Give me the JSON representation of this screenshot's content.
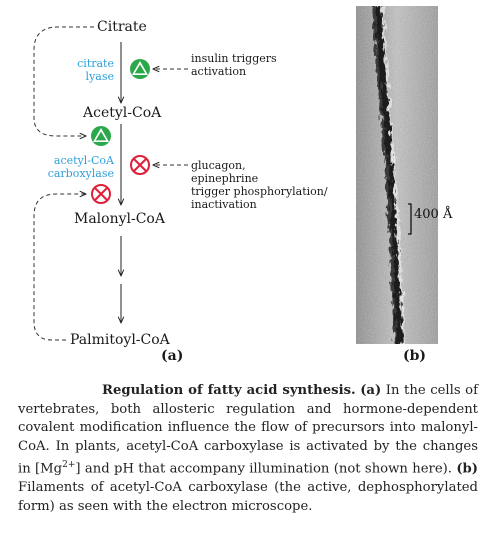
{
  "panel_a": {
    "metabolites": {
      "citrate": "Citrate",
      "acetyl_coa": "Acetyl-CoA",
      "malonyl_coa": "Malonyl-CoA",
      "palmitoyl_coa": "Palmitoyl-CoA"
    },
    "enzymes": {
      "citrate_lyase_line1": "citrate",
      "citrate_lyase_line2": "lyase",
      "acc_line1": "acetyl-CoA",
      "acc_line2": "carboxylase"
    },
    "notes": {
      "insulin_line1": "insulin triggers",
      "insulin_line2": "activation",
      "glucagon_line1": "glucagon,",
      "glucagon_line2": "epinephrine",
      "glucagon_line3": "trigger phosphorylation/",
      "glucagon_line4": "inactivation"
    },
    "tag": "(a)",
    "colors": {
      "activate": "#2aa84a",
      "inhibit": "#e0203a",
      "enzyme_text": "#2f9fd8"
    },
    "icons": [
      "activation-icon",
      "inhibition-icon"
    ]
  },
  "panel_b": {
    "scale_label": "400 Å",
    "tag": "(b)"
  },
  "caption": {
    "title": "Regulation of fatty acid synthesis.",
    "a_tag": "(a)",
    "a_text_1": " In the cells of vertebrates, both allosteric regulation and hormone-dependent covalent modification influence the flow of precursors into malonyl-CoA. In plants, acetyl-CoA carboxylase is activated by the changes in [Mg",
    "superscript": "2+",
    "a_text_2": "] and pH that accompany illumination (not shown here). ",
    "b_tag": "(b)",
    "b_text": " Filaments of acetyl-CoA carboxylase (the active, dephosphorylated form) as seen with the electron microscope."
  }
}
